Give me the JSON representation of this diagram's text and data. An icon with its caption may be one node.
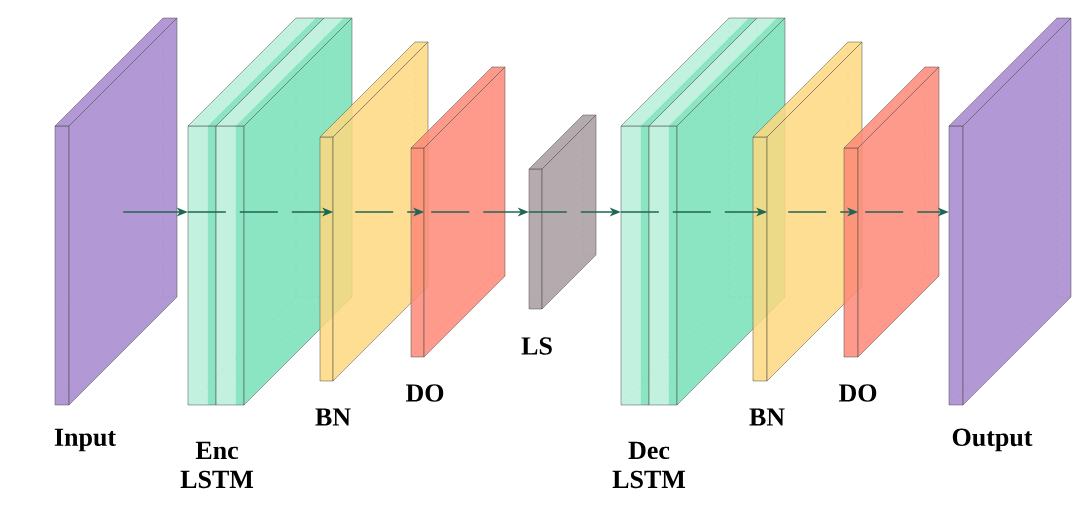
{
  "diagram": {
    "nodes": [
      {
        "text": [
          "Input"
        ]
      },
      {
        "text": [
          "Enc LSTM"
        ]
      },
      {
        "text": [
          "BN"
        ]
      },
      {
        "text": [
          "DO"
        ]
      },
      {
        "text": [
          "LS"
        ]
      },
      {
        "text": [
          "Dec LSTM"
        ]
      },
      {
        "text": [
          "BN"
        ]
      },
      {
        "text": [
          "DO"
        ]
      },
      {
        "text": [
          "Output"
        ]
      }
    ],
    "edges": [
      {
        "from": 0,
        "to": 1,
        "arrow": "to"
      },
      {
        "from": 1,
        "to": 2,
        "arrow": "to",
        "style": "dashed"
      },
      {
        "from": 2,
        "to": 3,
        "arrow": "to",
        "style": "dashed"
      },
      {
        "from": 3,
        "to": 4,
        "arrow": "to",
        "style": "dashed"
      },
      {
        "from": 4,
        "to": 5,
        "arrow": "to",
        "style": "dashed"
      },
      {
        "from": 5,
        "to": 6,
        "arrow": "to",
        "style": "dashed"
      },
      {
        "from": 6,
        "to": 7,
        "arrow": "to",
        "style": "dashed"
      },
      {
        "from": 7,
        "to": 8,
        "arrow": "to",
        "style": "dashed"
      }
    ]
  }
}
